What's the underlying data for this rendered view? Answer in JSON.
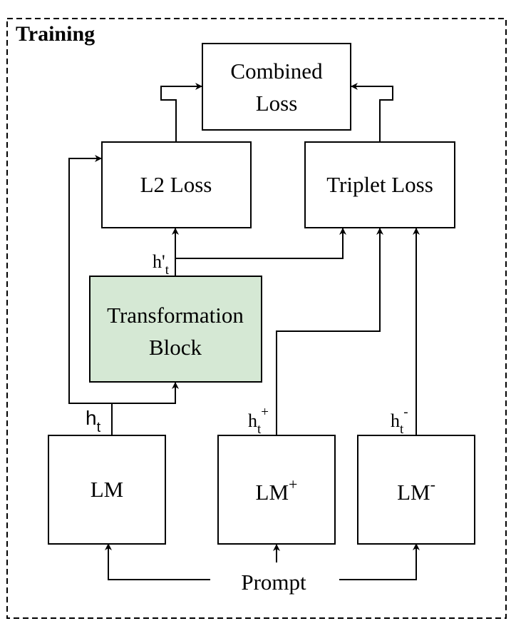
{
  "frame": {
    "title": "Training"
  },
  "nodes": {
    "combined_loss": {
      "line1": "Combined",
      "line2": "Loss"
    },
    "l2_loss": {
      "label": "L2 Loss"
    },
    "triplet_loss": {
      "label": "Triplet Loss"
    },
    "transformation_block": {
      "line1": "Transformation",
      "line2": "Block",
      "fill": "#d5e8d4"
    },
    "lm": {
      "label": "LM"
    },
    "lm_plus": {
      "base": "LM",
      "sup": "+"
    },
    "lm_minus": {
      "base": "LM",
      "sup": "-"
    },
    "prompt": {
      "label": "Prompt"
    }
  },
  "edge_labels": {
    "h_t": {
      "base": "h",
      "sub": "t"
    },
    "h_prime_t": {
      "base": "h'",
      "sub": "t"
    },
    "h_t_plus": {
      "base": "h",
      "sub": "t",
      "sup": "+"
    },
    "h_t_minus": {
      "base": "h",
      "sub": "t",
      "sup": "-"
    }
  }
}
